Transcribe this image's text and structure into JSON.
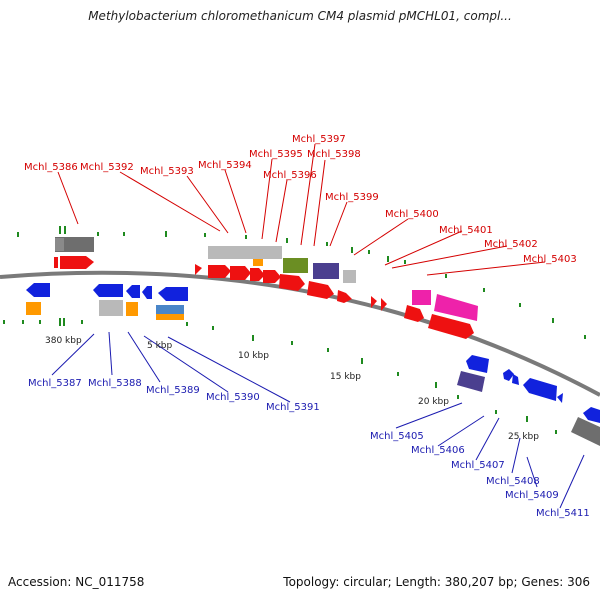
{
  "title": "Methylobacterium chloromethanicum CM4 plasmid pMCHL01, compl...",
  "footer": {
    "accession": "Accession: NC_011758",
    "summary": "Topology: circular; Length: 380,207 bp; Genes: 306"
  },
  "colors": {
    "backbone": "#7d7d7d",
    "forward_gene": "#ee1111",
    "reverse_gene": "#1122dd",
    "tick": "#1f8a1f",
    "label_forward": "#d40000",
    "label_reverse": "#1b1bb0",
    "feature_gray": "#b9b9b9",
    "feature_dark": "#6e6e6e",
    "feature_orange": "#ff9900",
    "feature_green": "#6b8e23",
    "feature_purple": "#4b3f8f",
    "feature_magenta": "#ee22aa",
    "feature_steelblue": "#4a86c8"
  },
  "scale_labels": [
    "380 kbp",
    "5 kbp",
    "10 kbp",
    "15 kbp",
    "20 kbp",
    "25 kbp"
  ],
  "forward_labels": [
    "Mchl_5386",
    "Mchl_5392",
    "Mchl_5393",
    "Mchl_5394",
    "Mchl_5395",
    "Mchl_5396",
    "Mchl_5397",
    "Mchl_5398",
    "Mchl_5399",
    "Mchl_5400",
    "Mchl_5401",
    "Mchl_5402",
    "Mchl_5403"
  ],
  "reverse_labels": [
    "Mchl_5387",
    "Mchl_5388",
    "Mchl_5389",
    "Mchl_5390",
    "Mchl_5391",
    "Mchl_5405",
    "Mchl_5406",
    "Mchl_5407",
    "Mchl_5408",
    "Mchl_5409",
    "Mchl_5411"
  ]
}
